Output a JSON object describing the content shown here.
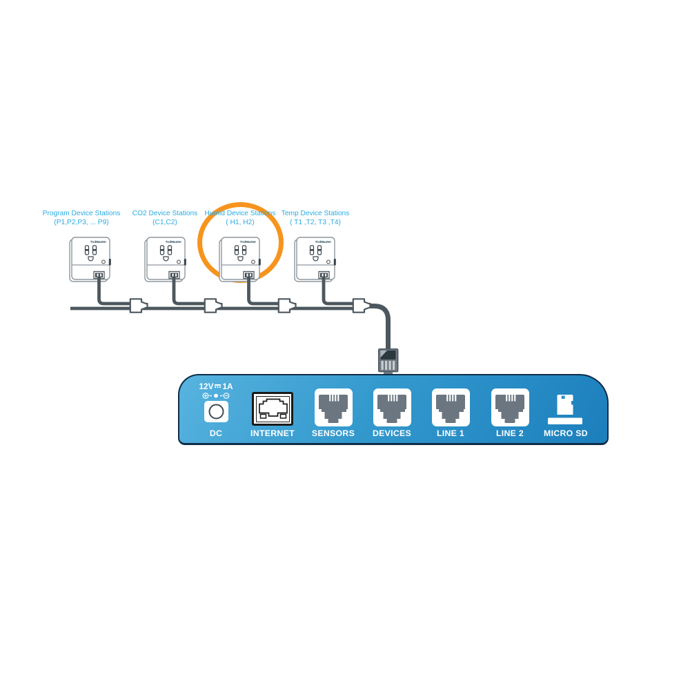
{
  "stations": {
    "brand": "TrolMaster",
    "items": [
      {
        "line1": "Program Device Stations",
        "line2": "(P1,P2,P3, ... P9)"
      },
      {
        "line1": "CO2 Device Stations",
        "line2": "(C1,C2)"
      },
      {
        "line1": "Humid Device Stations",
        "line2": "( H1, H2)",
        "highlighted": true
      },
      {
        "line1": "Temp Device Stations",
        "line2": "( T1 ,T2, T3 ,T4)"
      }
    ],
    "label_color": "#29ABE2",
    "highlight_ring_color": "#F7941D"
  },
  "controller": {
    "panel_colors": {
      "top": "#58B3DF",
      "bottom": "#1C7FBD",
      "border": "#0F2D47"
    },
    "power": {
      "voltage": "12V",
      "current": "1A",
      "port_label": "DC"
    },
    "ports": [
      {
        "label": "INTERNET",
        "type": "rj45"
      },
      {
        "label": "SENSORS",
        "type": "rj11"
      },
      {
        "label": "DEVICES",
        "type": "rj11"
      },
      {
        "label": "LINE 1",
        "type": "rj11"
      },
      {
        "label": "LINE 2",
        "type": "rj11"
      },
      {
        "label": "MICRO SD",
        "type": "sd-card"
      }
    ]
  }
}
